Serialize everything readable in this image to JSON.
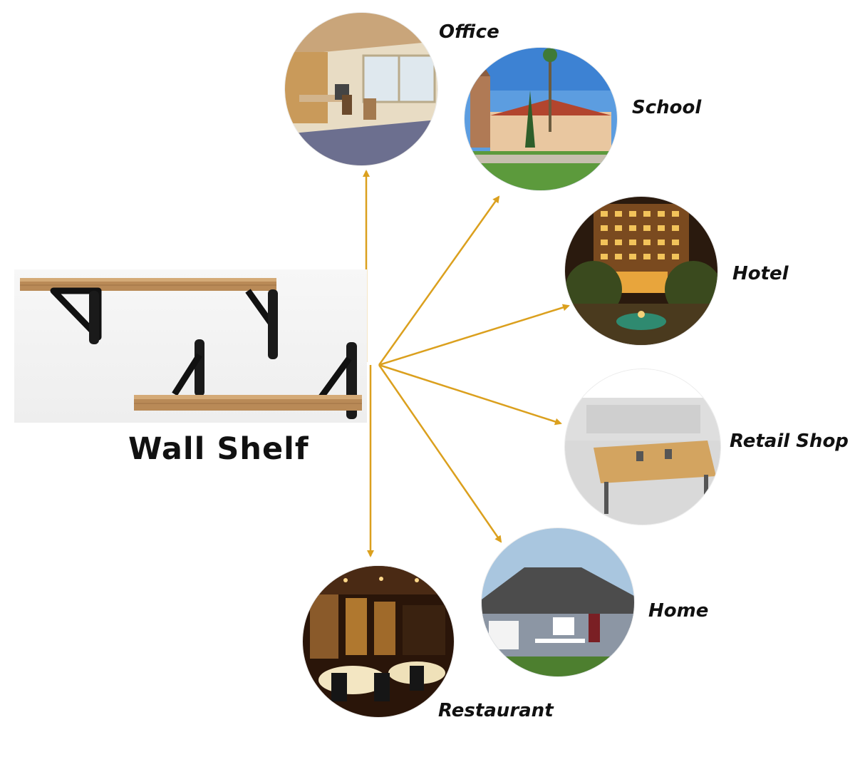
{
  "product": {
    "title": "Wall Shelf",
    "image_icon": "wall-shelf-photo"
  },
  "colors": {
    "arrow": "#DBA01E",
    "label_text": "#111111"
  },
  "scenes": [
    {
      "key": "office",
      "label": "Office",
      "icon": "office-photo"
    },
    {
      "key": "school",
      "label": "School",
      "icon": "school-photo"
    },
    {
      "key": "hotel",
      "label": "Hotel",
      "icon": "hotel-photo"
    },
    {
      "key": "retail",
      "label": "Retail Shop",
      "icon": "retail-shop-photo"
    },
    {
      "key": "home",
      "label": "Home",
      "icon": "home-photo"
    },
    {
      "key": "restaurant",
      "label": "Restaurant",
      "icon": "restaurant-photo"
    }
  ]
}
